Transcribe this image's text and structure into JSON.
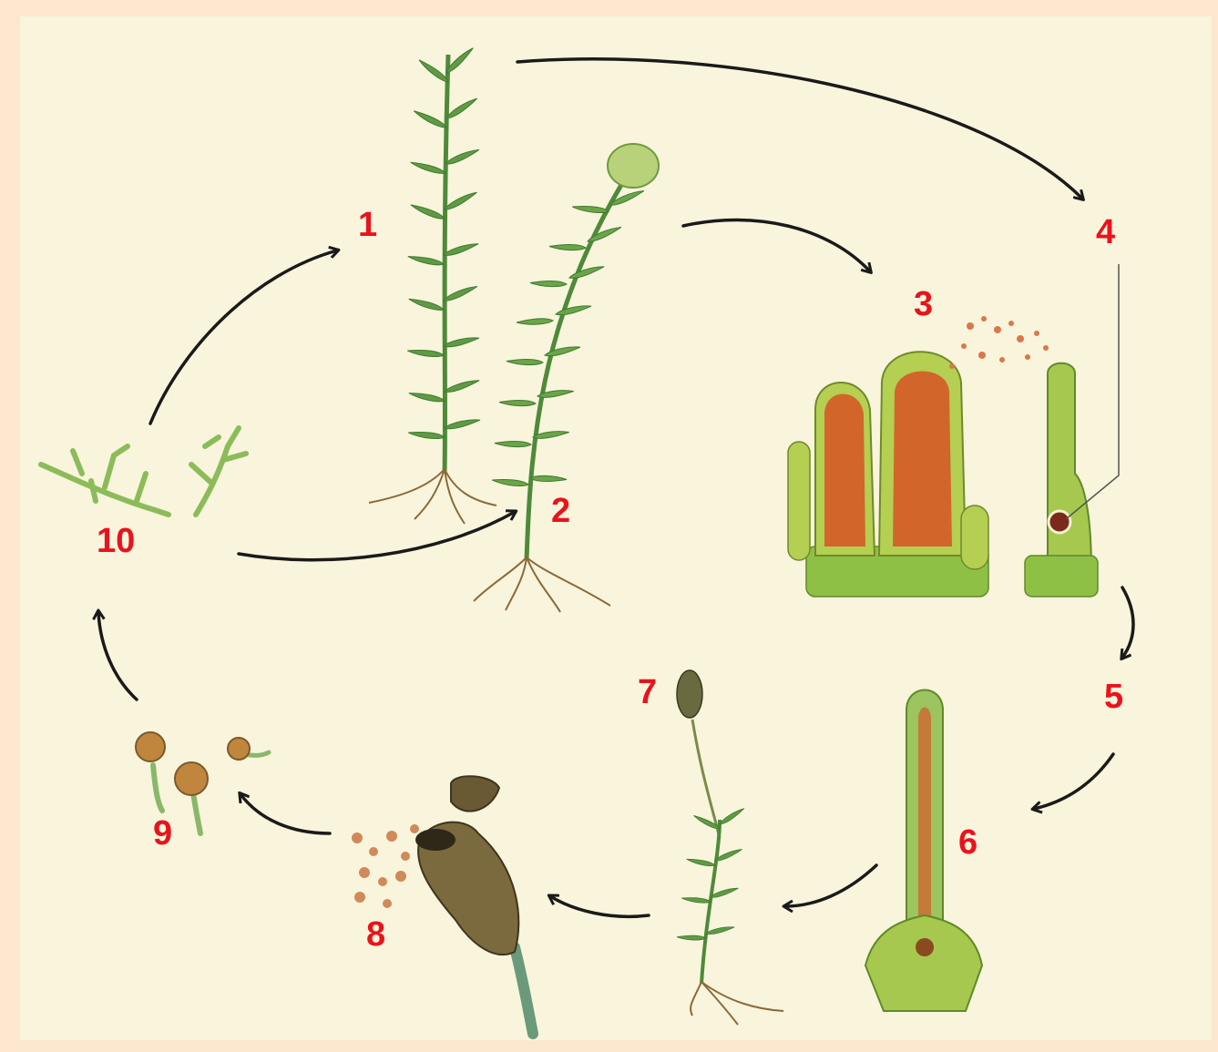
{
  "labels": {
    "n1": "1",
    "n2": "2",
    "n3": "3",
    "n4": "4",
    "n5": "5",
    "n6": "6",
    "n7": "7",
    "n8": "8",
    "n9": "9",
    "n10": "10"
  },
  "colors": {
    "label": "#e8141c",
    "arrow": "#1a1a1a",
    "panel": "#f9f4dc",
    "frame": "#fde8cf",
    "leaf": "#5f9a45",
    "leaf_light": "#9cc45f",
    "cell": "#b4cf52",
    "spore_red": "#d2662a",
    "capsule": "#7a6a3e"
  }
}
